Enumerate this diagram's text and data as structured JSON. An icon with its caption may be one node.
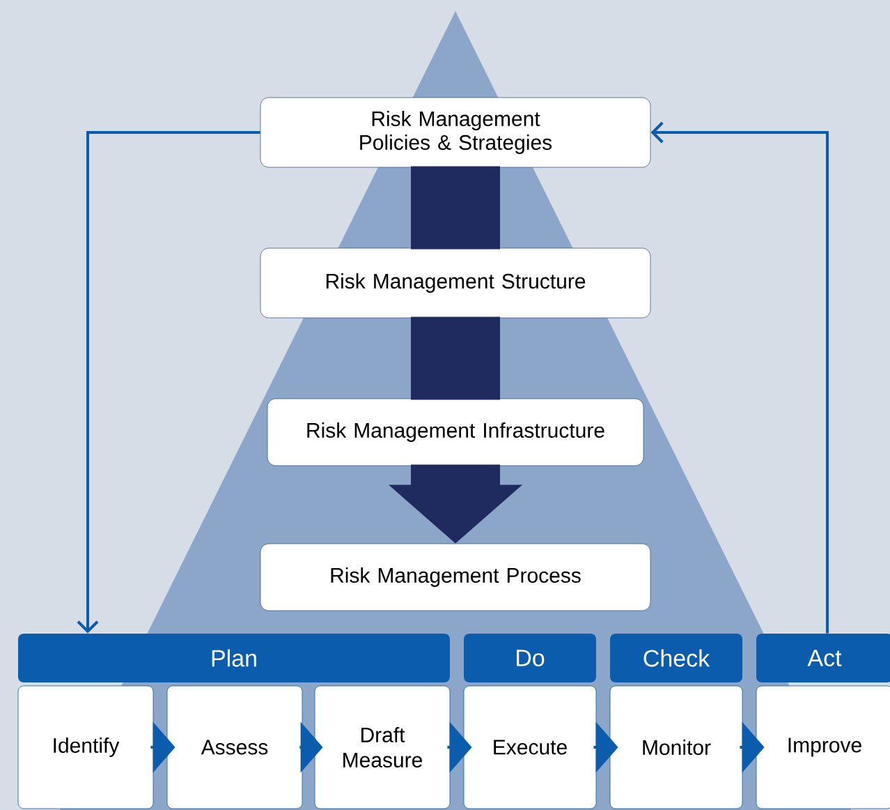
{
  "diagram": {
    "nodes": [
      {
        "text": [
          "Risk Management Policies & Strategies"
        ]
      },
      {
        "text": [
          "Risk Management Structure"
        ]
      },
      {
        "text": [
          "Risk Management Infrastructure"
        ]
      },
      {
        "text": [
          "Risk Management Process"
        ]
      },
      {
        "text": [
          "Plan"
        ]
      },
      {
        "text": [
          "Do"
        ]
      },
      {
        "text": [
          "Check"
        ]
      },
      {
        "text": [
          "Act"
        ]
      },
      {
        "text": [
          "Identify"
        ]
      },
      {
        "text": [
          "Assess"
        ]
      },
      {
        "text": [
          "Draft Measure"
        ]
      },
      {
        "text": [
          "Execute"
        ]
      },
      {
        "text": [
          "Monitor"
        ]
      },
      {
        "text": [
          "Improve"
        ]
      }
    ],
    "edges": [
      {
        "from": 0,
        "to": 1,
        "arrow": "none",
        "style": "thick",
        "color": "#1f2b5e"
      },
      {
        "from": 1,
        "to": 2,
        "arrow": "none",
        "style": "thick",
        "color": "#1f2b5e"
      },
      {
        "from": 2,
        "to": 3,
        "arrow": "to",
        "style": "thick",
        "color": "#1f2b5e"
      },
      {
        "from": 0,
        "to": 4,
        "arrow": "to"
      },
      {
        "from": 7,
        "to": 0,
        "arrow": "to"
      },
      {
        "from": 8,
        "to": 9,
        "arrow": "to"
      },
      {
        "from": 9,
        "to": 10,
        "arrow": "to"
      },
      {
        "from": 10,
        "to": 11,
        "arrow": "to"
      },
      {
        "from": 11,
        "to": 12,
        "arrow": "to"
      },
      {
        "from": 12,
        "to": 13,
        "arrow": "to"
      }
    ]
  }
}
